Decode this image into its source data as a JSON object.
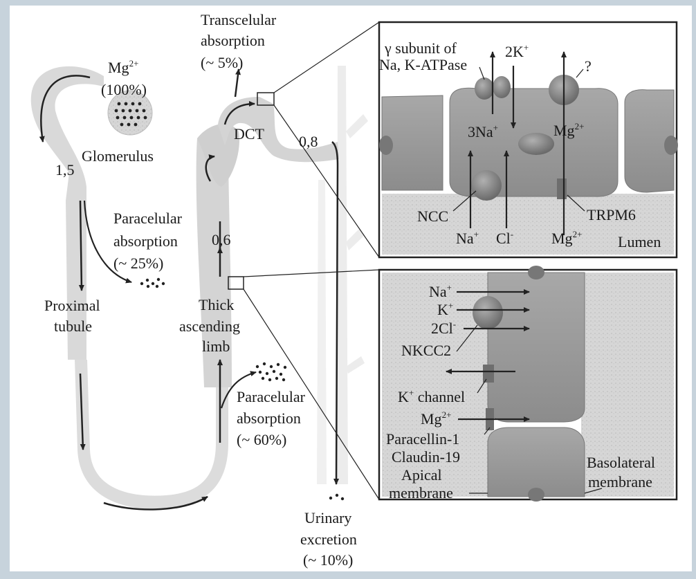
{
  "kidney": {
    "mg": "Mg",
    "mg_sup": "2+",
    "mg_pct": "(100%)",
    "glomerulus": "Glomerulus",
    "flow_1_5": "1,5",
    "para1_line1": "Paracelular",
    "para1_line2": "absorption",
    "para1_line3": "(~ 25%)",
    "proximal_line1": "Proximal",
    "proximal_line2": "tubule",
    "trans_line1": "Transcelular",
    "trans_line2": "absorption",
    "trans_line3": "(~ 5%)",
    "dct": "DCT",
    "flow_0_8": "0,8",
    "flow_0_6": "0,6",
    "thick_line1": "Thick",
    "thick_line2": "ascending",
    "thick_line3": "limb",
    "para2_line1": "Paracelular",
    "para2_line2": "absorption",
    "para2_line3": "(~ 60%)",
    "urinary_line1": "Urinary",
    "urinary_line2": "excretion",
    "urinary_line3": "(~ 10%)"
  },
  "dct_inset": {
    "gamma_line1": "γ subunit of",
    "gamma_line2": "Na, K-ATPase",
    "k2": "2K",
    "k2_sup": "+",
    "question": "?",
    "na3": "3Na",
    "na3_sup": "+",
    "mg": "Mg",
    "mg_sup": "2+",
    "ncc": "NCC",
    "na": "Na",
    "na_sup": "+",
    "cl": "Cl",
    "cl_sup": "-",
    "mg_bottom": "Mg",
    "mg_bottom_sup": "2+",
    "trpm6": "TRPM6",
    "lumen": "Lumen"
  },
  "tal_inset": {
    "na": "Na",
    "na_sup": "+",
    "k": "K",
    "k_sup": "+",
    "cl2": "2Cl",
    "cl2_sup": "-",
    "nkcc2": "NKCC2",
    "k_channel": "K",
    "k_channel_sup": "+",
    "k_channel_rest": " channel",
    "mg": "Mg",
    "mg_sup": "2+",
    "paracellin": "Paracellin-1",
    "claudin": "Claudin-19",
    "apical_line1": "Apical",
    "apical_line2": "membrane",
    "baso_line1": "Basolateral",
    "baso_line2": "membrane"
  },
  "colors": {
    "background": "#c7d3dc",
    "panel": "#ffffff",
    "tubule": "#d9d9d9",
    "cell": "#9a9a9a",
    "protein": "#7d7d7d"
  }
}
